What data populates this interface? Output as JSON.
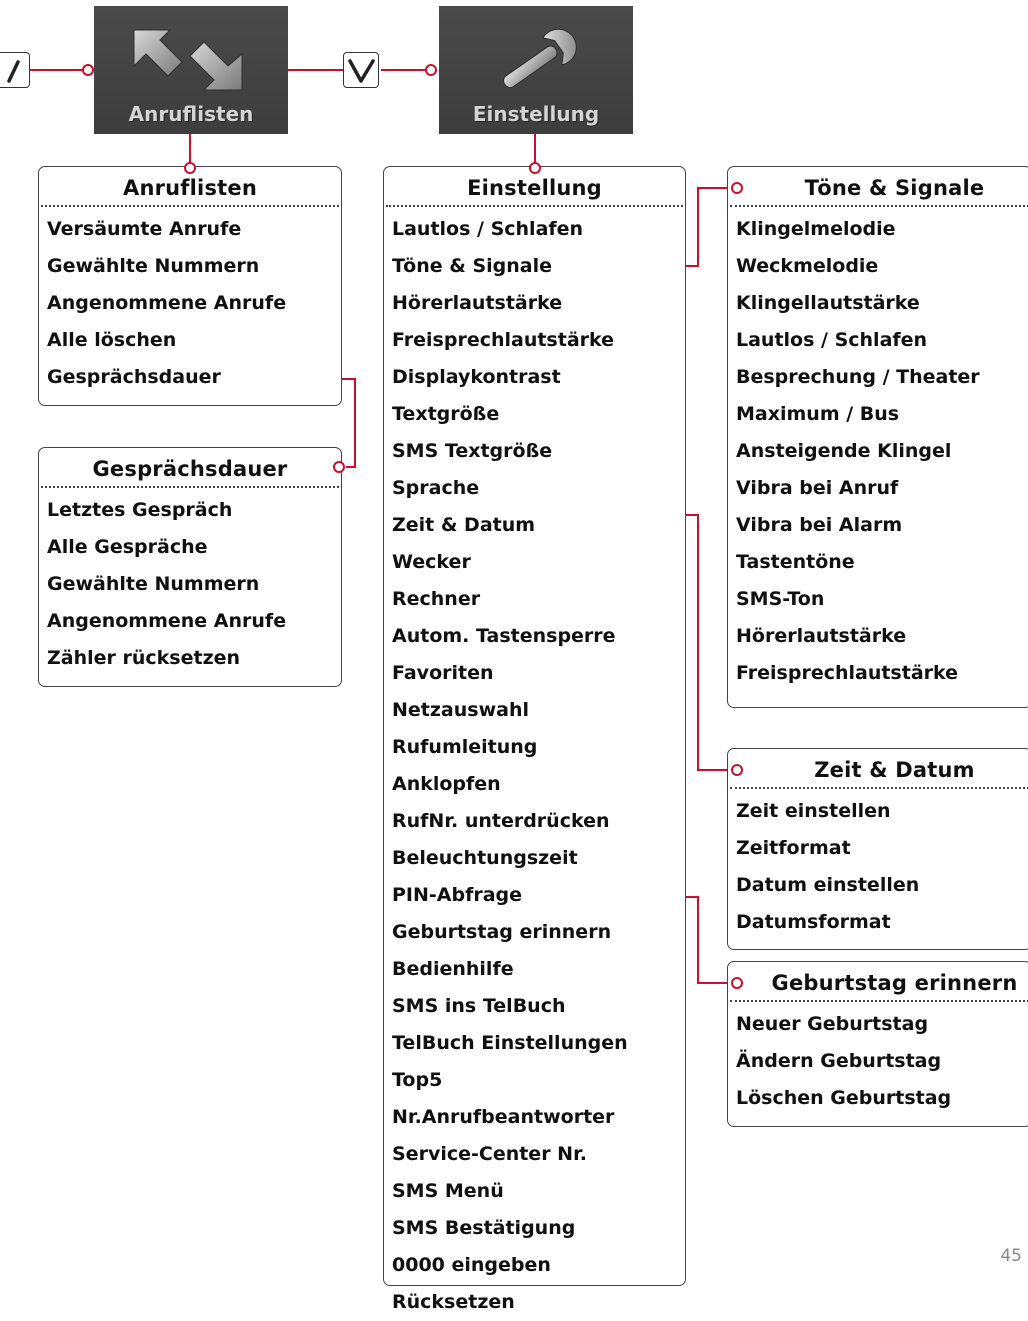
{
  "tiles": {
    "anruflisten": {
      "label": "Anruflisten",
      "icon": "arrows-icon"
    },
    "einstellung": {
      "label": "Einstellung",
      "icon": "wrench-icon"
    }
  },
  "menus": {
    "anruflisten": {
      "title": "Anruflisten",
      "items": [
        "Versäumte Anrufe",
        "Gewählte Nummern",
        "Angenommene Anrufe",
        "Alle löschen",
        "Gesprächsdauer"
      ]
    },
    "gespraechsdauer": {
      "title": "Gesprächsdauer",
      "items": [
        "Letztes Gespräch",
        "Alle Gespräche",
        "Gewählte Nummern",
        "Angenommene Anrufe",
        "Zähler rücksetzen"
      ]
    },
    "einstellung": {
      "title": "Einstellung",
      "items": [
        "Lautlos / Schlafen",
        "Töne & Signale",
        "Hörerlautstärke",
        "Freisprechlautstärke",
        "Displaykontrast",
        "Textgröße",
        "SMS Textgröße",
        "Sprache",
        "Zeit & Datum",
        "Wecker",
        "Rechner",
        "Autom. Tastensperre",
        "Favoriten",
        "Netzauswahl",
        "Rufumleitung",
        "Anklopfen",
        "RufNr. unterdrücken",
        "Beleuchtungszeit",
        "PIN-Abfrage",
        "Geburtstag erinnern",
        "Bedienhilfe",
        "SMS ins TelBuch",
        "TelBuch Einstellungen",
        "Top5",
        "Nr.Anrufbeantworter",
        "Service-Center Nr.",
        "SMS Menü",
        "SMS Bestätigung",
        "0000 eingeben",
        "Rücksetzen"
      ]
    },
    "toene": {
      "title": "Töne & Signale",
      "items": [
        "Klingelmelodie",
        "Weckmelodie",
        "Klingellautstärke",
        "Lautlos / Schlafen",
        "Besprechung / Theater",
        "Maximum / Bus",
        "Ansteigende Klingel",
        "Vibra bei Anruf",
        "Vibra bei Alarm",
        "Tastentöne",
        "SMS-Ton",
        "Hörerlautstärke",
        "Freisprechlautstärke"
      ]
    },
    "zeit": {
      "title": "Zeit & Datum",
      "items": [
        "Zeit einstellen",
        "Zeitformat",
        "Datum einstellen",
        "Datumsformat"
      ]
    },
    "geburtstag": {
      "title": "Geburtstag erinnern",
      "items": [
        "Neuer Geburtstag",
        "Ändern Geburtstag",
        "Löschen Geburtstag"
      ]
    }
  },
  "page_number": "45",
  "colors": {
    "connector": "#c8102e",
    "tile": "#454545",
    "tile_text": "#d4d4d4"
  }
}
